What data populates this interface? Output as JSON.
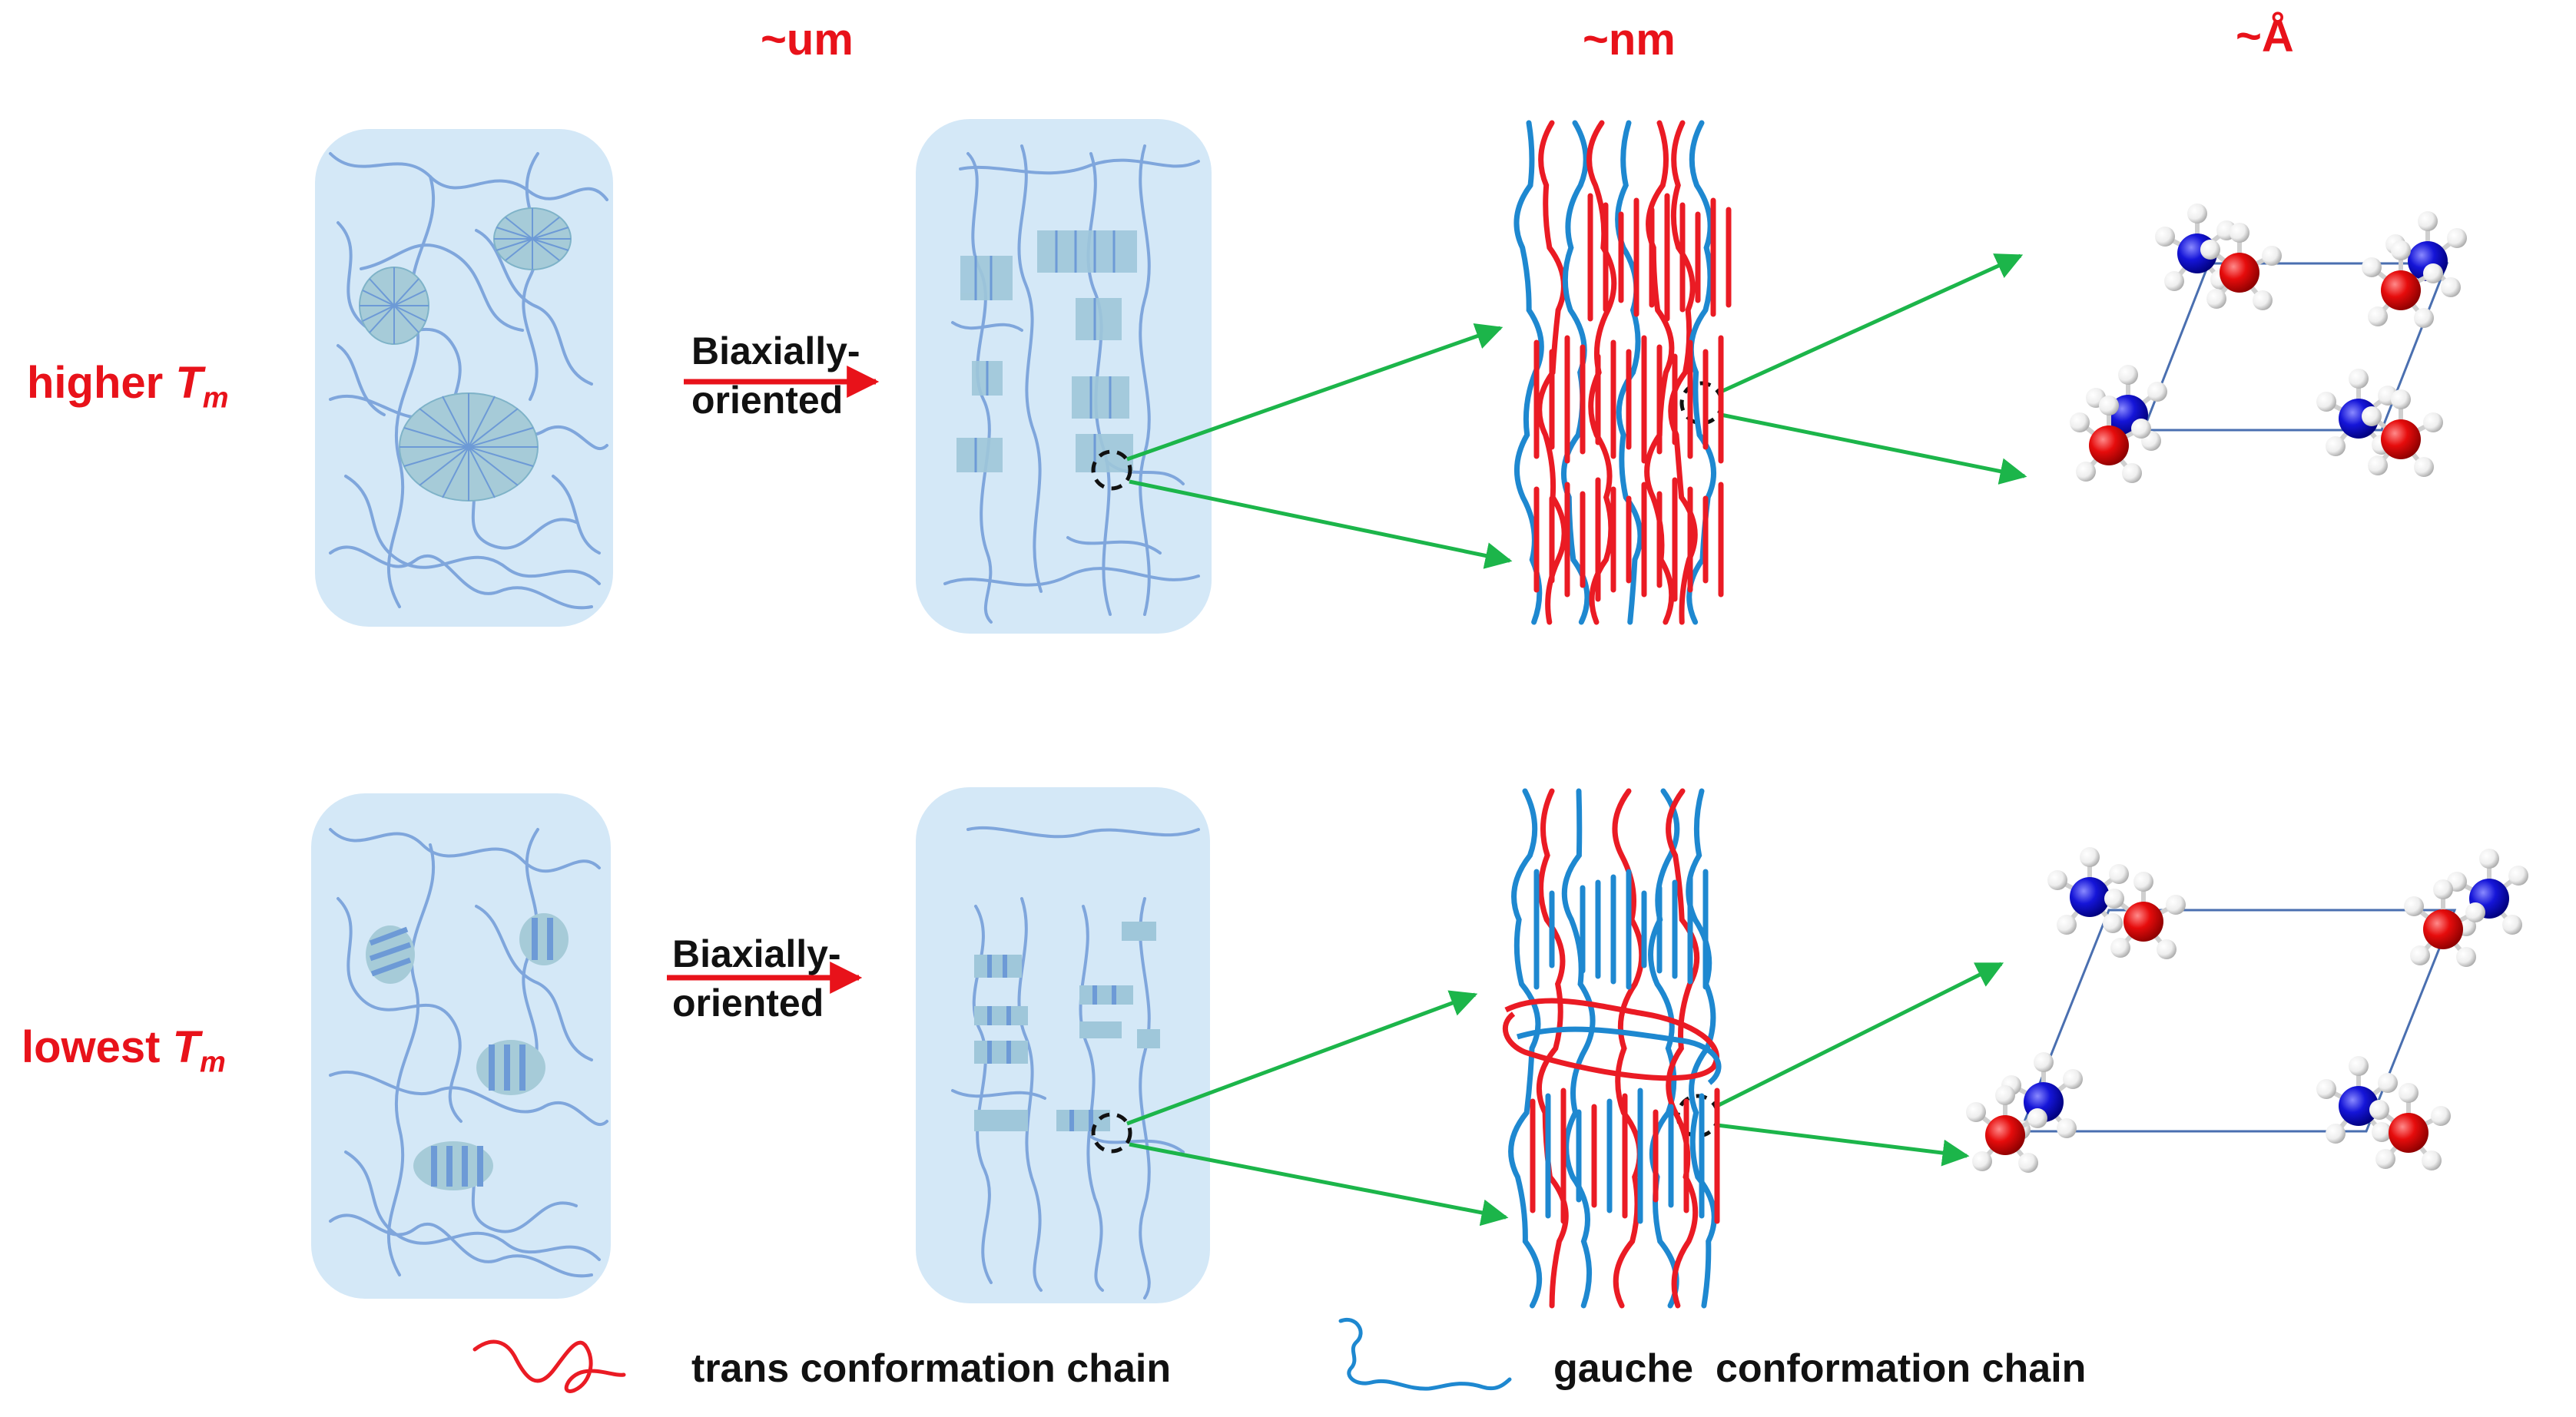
{
  "scales": {
    "um": "~um",
    "nm": "~nm",
    "angstrom": "~Å"
  },
  "rows": [
    {
      "label_prefix": "higher ",
      "tm_symbol": "T",
      "tm_subscript": "m"
    },
    {
      "label_prefix": "lowest ",
      "tm_symbol": "T",
      "tm_subscript": "m"
    }
  ],
  "process": {
    "line1": "Biaxially-",
    "line2": "oriented"
  },
  "legend": {
    "trans": "trans conformation chain",
    "gauche": "gauche  conformation chain"
  },
  "colors": {
    "trans_chain": "#ea1b24",
    "gauche_chain": "#1e88d0",
    "zoom_arrow": "#1cb54a",
    "process_arrow": "#e8121a",
    "panel_fill": "#d4e8f7",
    "atom_red": "#e60c0c",
    "atom_blue": "#1515d8"
  }
}
